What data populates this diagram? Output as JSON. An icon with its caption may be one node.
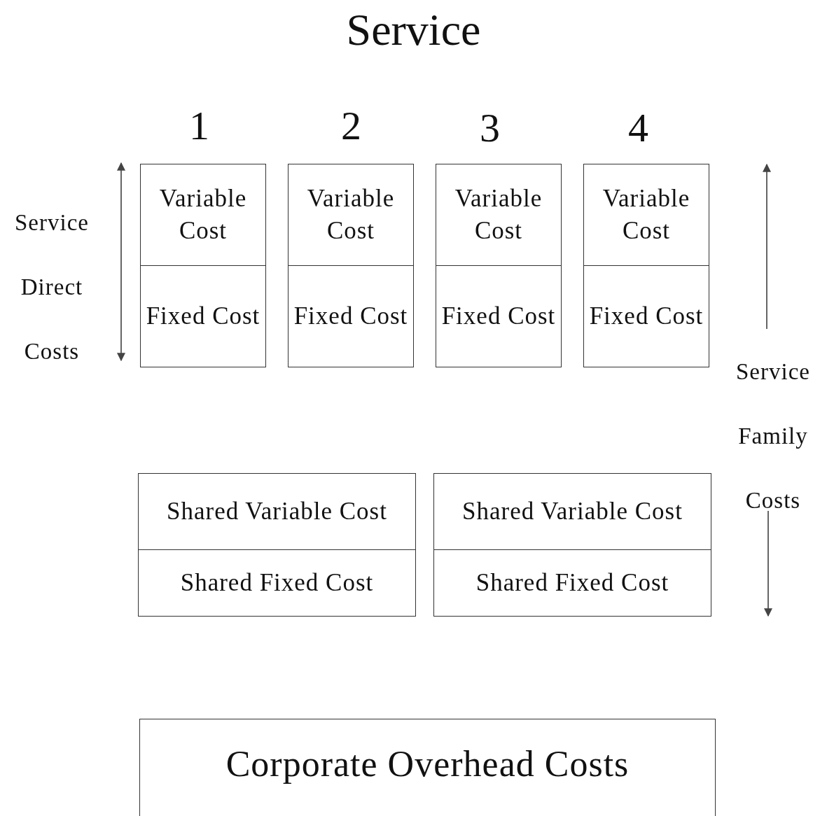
{
  "diagram": {
    "title": "Service",
    "nodes": [
      {
        "text": [
          "Variable Cost"
        ]
      },
      {
        "text": [
          "Variable Cost"
        ]
      },
      {
        "text": [
          "Variable Cost"
        ]
      },
      {
        "text": [
          "Variable Cost"
        ]
      },
      {
        "text": [
          "Fixed Cost"
        ]
      },
      {
        "text": [
          "Fixed Cost"
        ]
      },
      {
        "text": [
          "Fixed Cost"
        ]
      },
      {
        "text": [
          "Fixed Cost"
        ]
      },
      {
        "text": [
          "Shared Variable Cost"
        ]
      },
      {
        "text": [
          "Shared Variable Cost"
        ]
      },
      {
        "text": [
          "Shared Fixed Cost"
        ]
      },
      {
        "text": [
          "Shared Fixed Cost"
        ]
      },
      {
        "text": [
          "Corporate Overhead Costs"
        ]
      }
    ],
    "labels": [
      "1",
      "2",
      "3",
      "4",
      "Service Direct Costs",
      "Service Family Costs"
    ]
  }
}
